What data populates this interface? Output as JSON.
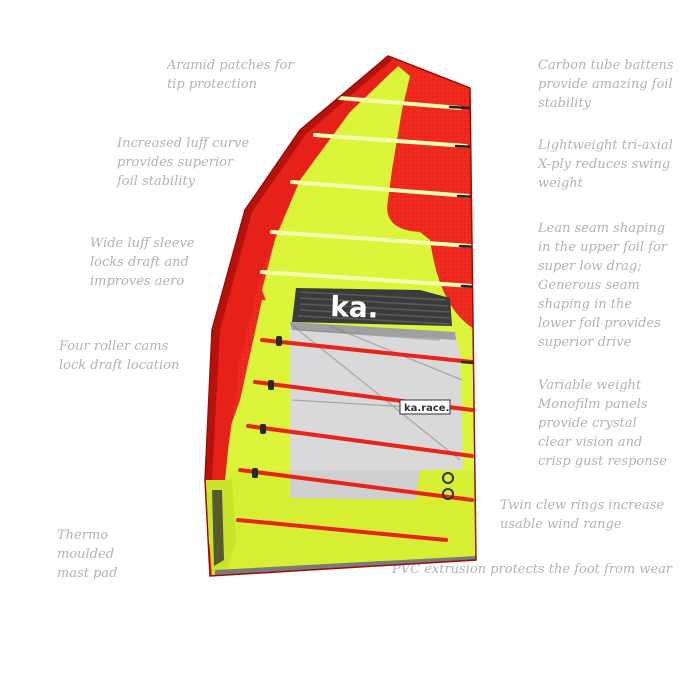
{
  "annotations": {
    "aramid": [
      "Aramid patches for",
      "tip protection"
    ],
    "luff_curve": [
      "Increased luff curve",
      "provides superior",
      "foil stability"
    ],
    "luff_sleeve": [
      "Wide luff sleeve",
      "locks draft and",
      "improves aero"
    ],
    "roller_cams": [
      "Four roller cams",
      "lock draft location"
    ],
    "mast_pad": [
      "Thermo",
      "moulded",
      "mast pad"
    ],
    "battens": [
      "Carbon tube battens",
      "provide amazing foil",
      "stability"
    ],
    "xply": [
      "Lightweight tri-axial",
      "X-ply reduces swing",
      "weight"
    ],
    "seam_shaping": [
      "Lean seam shaping",
      "in the upper foil for",
      "super low drag;",
      "Generous seam",
      "shaping in the",
      "lower foil provides",
      "superior drive"
    ],
    "monofilm": [
      "Variable weight",
      "Monofilm panels",
      "provide crystal",
      "clear vision and",
      "crisp gust response"
    ],
    "clew_rings": [
      "Twin clew rings increase",
      "usable wind range"
    ],
    "pvc": [
      "PVC extrusion protects the foot from wear"
    ]
  },
  "sail": {
    "logo": "ka.",
    "model": "ka.race.",
    "colors": {
      "red": "#f02a1e",
      "dark_red": "#c4160f",
      "yellow": "#dcf53a",
      "window": "#d9d9d9",
      "batten": "#ffffff",
      "text": "#b3b3b3"
    }
  }
}
